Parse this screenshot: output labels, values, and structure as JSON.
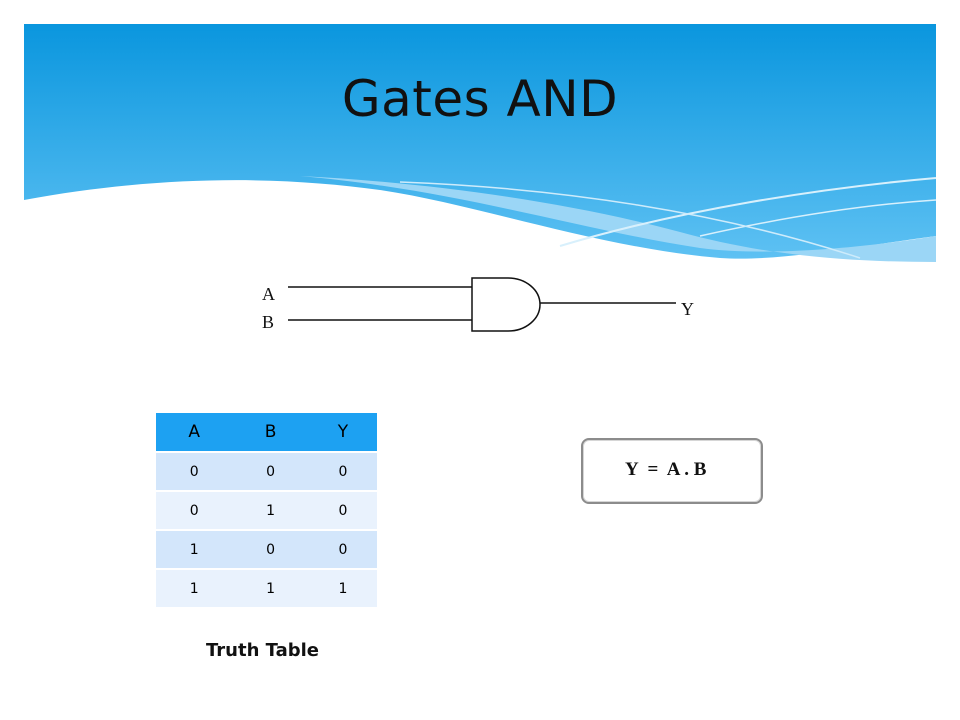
{
  "slide": {
    "title": "Gates AND"
  },
  "gate": {
    "input_a_label": "A",
    "input_b_label": "B",
    "output_label": "Y"
  },
  "truth_table": {
    "headers": [
      "A",
      "B",
      "Y"
    ],
    "rows": [
      [
        "0",
        "0",
        "0"
      ],
      [
        "0",
        "1",
        "0"
      ],
      [
        "1",
        "0",
        "0"
      ],
      [
        "1",
        "1",
        "1"
      ]
    ],
    "caption": "Truth Table"
  },
  "equation": {
    "text": "Y  =  A . B"
  },
  "colors": {
    "header_blue": "#1da1f2",
    "row_dark": "#d3e6fb",
    "row_light": "#e9f2fd"
  }
}
